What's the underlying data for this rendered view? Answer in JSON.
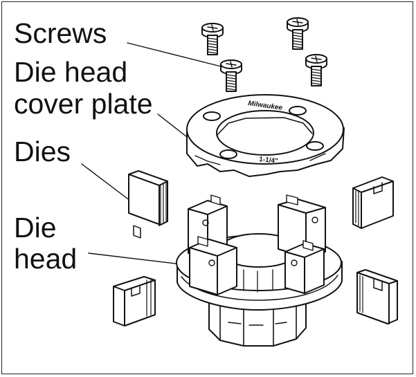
{
  "labels": {
    "screws": "Screws",
    "cover_plate_line1": "Die head",
    "cover_plate_line2": "cover plate",
    "dies": "Dies",
    "die_head_line1": "Die",
    "die_head_line2": "head"
  },
  "plate": {
    "brand_text": "Milwaukee",
    "size_text": "1-1/4\""
  }
}
